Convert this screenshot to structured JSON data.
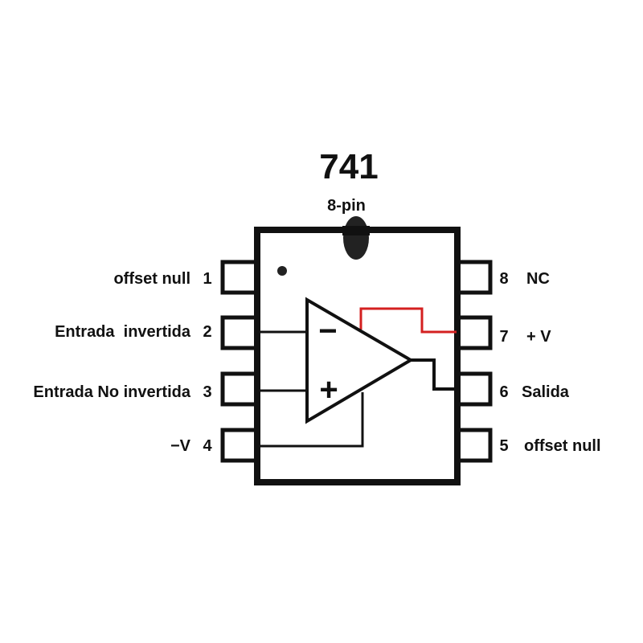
{
  "title": "741",
  "subtitle": "8-pin",
  "colors": {
    "supply_trace": "#d42020",
    "ink": "#111111"
  },
  "pins": [
    {
      "number": "1",
      "label": "offset null",
      "side": "left"
    },
    {
      "number": "2",
      "label": "Entrada  invertida",
      "side": "left"
    },
    {
      "number": "3",
      "label": "Entrada No invertida",
      "side": "left"
    },
    {
      "number": "4",
      "label": "−V",
      "side": "left"
    },
    {
      "number": "5",
      "label": "offset null",
      "side": "right"
    },
    {
      "number": "6",
      "label": "Salida",
      "side": "right"
    },
    {
      "number": "7",
      "label": "+ V",
      "side": "right"
    },
    {
      "number": "8",
      "label": "NC",
      "side": "right"
    }
  ],
  "opamp": {
    "minus_symbol": "−",
    "plus_symbol": "+"
  }
}
